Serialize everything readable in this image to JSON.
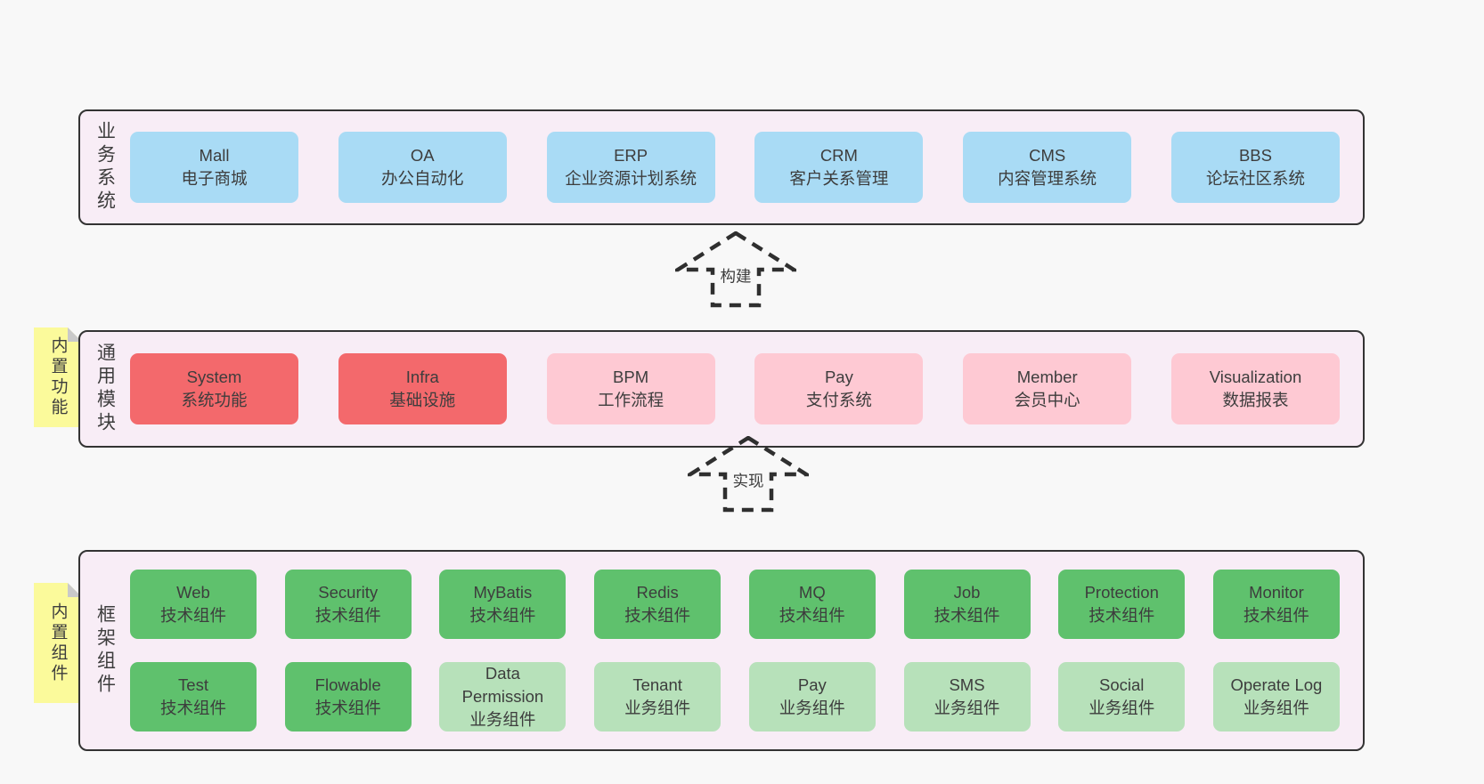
{
  "colors": {
    "page_bg": "#f8f8f8",
    "band_bg": "#f8edf6",
    "band_border": "#333333",
    "blue_box": "#a9dbf5",
    "red_box": "#f3696c",
    "pink_box": "#fec9d3",
    "green_box": "#5fc16d",
    "light_green_box": "#b7e1ba",
    "sticky_yellow": "#fbfa9b",
    "text": "#3d3d3d"
  },
  "arrows": [
    {
      "label": "构建"
    },
    {
      "label": "实现"
    }
  ],
  "layers": {
    "business": {
      "label": "业务系统",
      "boxes": [
        {
          "name": "Mall",
          "desc": "电子商城"
        },
        {
          "name": "OA",
          "desc": "办公自动化"
        },
        {
          "name": "ERP",
          "desc": "企业资源计划系统"
        },
        {
          "name": "CRM",
          "desc": "客户关系管理"
        },
        {
          "name": "CMS",
          "desc": "内容管理系统"
        },
        {
          "name": "BBS",
          "desc": "论坛社区系统"
        }
      ]
    },
    "modules": {
      "label": "通用模块",
      "sticky": "内置功能",
      "boxes": [
        {
          "name": "System",
          "desc": "系统功能"
        },
        {
          "name": "Infra",
          "desc": "基础设施"
        },
        {
          "name": "BPM",
          "desc": "工作流程"
        },
        {
          "name": "Pay",
          "desc": "支付系统"
        },
        {
          "name": "Member",
          "desc": "会员中心"
        },
        {
          "name": "Visualization",
          "desc": "数据报表"
        }
      ]
    },
    "components": {
      "label": "框架组件",
      "sticky": "内置组件",
      "row1": [
        {
          "name": "Web",
          "desc": "技术组件"
        },
        {
          "name": "Security",
          "desc": "技术组件"
        },
        {
          "name": "MyBatis",
          "desc": "技术组件"
        },
        {
          "name": "Redis",
          "desc": "技术组件"
        },
        {
          "name": "MQ",
          "desc": "技术组件"
        },
        {
          "name": "Job",
          "desc": "技术组件"
        },
        {
          "name": "Protection",
          "desc": "技术组件"
        },
        {
          "name": "Monitor",
          "desc": "技术组件"
        }
      ],
      "row2": [
        {
          "name": "Test",
          "desc": "技术组件"
        },
        {
          "name": "Flowable",
          "desc": "技术组件"
        },
        {
          "name": "Data Permission",
          "desc": "业务组件"
        },
        {
          "name": "Tenant",
          "desc": "业务组件"
        },
        {
          "name": "Pay",
          "desc": "业务组件"
        },
        {
          "name": "SMS",
          "desc": "业务组件"
        },
        {
          "name": "Social",
          "desc": "业务组件"
        },
        {
          "name": "Operate Log",
          "desc": "业务组件"
        }
      ]
    }
  }
}
